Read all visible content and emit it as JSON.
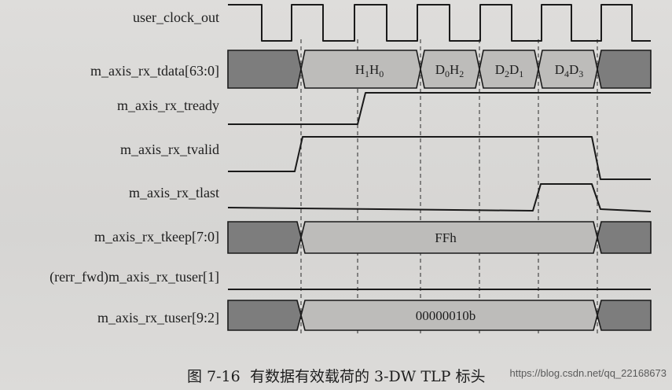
{
  "signals": [
    {
      "id": "clk",
      "label": "user_clock_out",
      "kind": "clock"
    },
    {
      "id": "tdata",
      "label": "m_axis_rx_tdata[63:0]",
      "kind": "bus"
    },
    {
      "id": "tready",
      "label": "m_axis_rx_tready",
      "kind": "wire"
    },
    {
      "id": "tvalid",
      "label": "m_axis_rx_tvalid",
      "kind": "wire"
    },
    {
      "id": "tlast",
      "label": "m_axis_rx_tlast",
      "kind": "wire"
    },
    {
      "id": "tkeep",
      "label": "m_axis_rx_tkeep[7:0]",
      "kind": "bus"
    },
    {
      "id": "tuser1",
      "label": "(rerr_fwd)m_axis_rx_tuser[1]",
      "kind": "wire"
    },
    {
      "id": "tuser92",
      "label": "m_axis_rx_tuser[9:2]",
      "kind": "bus"
    }
  ],
  "bus_values": {
    "tdata": [
      {
        "base1": "H",
        "sub1": "1",
        "base2": "H",
        "sub2": "0"
      },
      {
        "base1": "D",
        "sub1": "0",
        "base2": "H",
        "sub2": "2"
      },
      {
        "base1": "D",
        "sub1": "2",
        "base2": "D",
        "sub2": "1"
      },
      {
        "base1": "D",
        "sub1": "4",
        "base2": "D",
        "sub2": "3"
      }
    ],
    "tkeep": "FFh",
    "tuser92": "00000010b"
  },
  "caption": {
    "figure_number": "图 7-16",
    "title": "有数据有效载荷的 3-DW TLP 标头"
  },
  "watermark": "https://blog.csdn.net/qq_22168673",
  "colors": {
    "line": "#1a1a1a",
    "bus_fill_invalid": "#7d7d7d",
    "bus_fill_valid": "#bdbcba",
    "dashed": "#2a2a2a"
  }
}
